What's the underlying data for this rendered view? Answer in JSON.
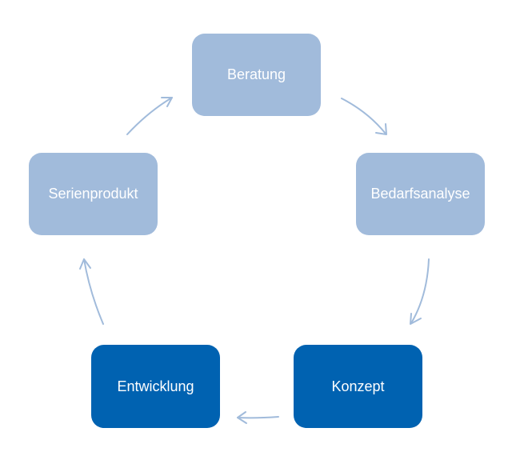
{
  "diagram": {
    "type": "cycle",
    "colors": {
      "light": "#a1bbdb",
      "dark": "#0062b1",
      "arrow": "#a1bbdb",
      "text": "#ffffff"
    },
    "steps": [
      {
        "label": "Beratung",
        "style": "light"
      },
      {
        "label": "Bedarfsanalyse",
        "style": "light"
      },
      {
        "label": "Konzept",
        "style": "dark"
      },
      {
        "label": "Entwicklung",
        "style": "dark"
      },
      {
        "label": "Serienprodukt",
        "style": "light"
      }
    ]
  }
}
